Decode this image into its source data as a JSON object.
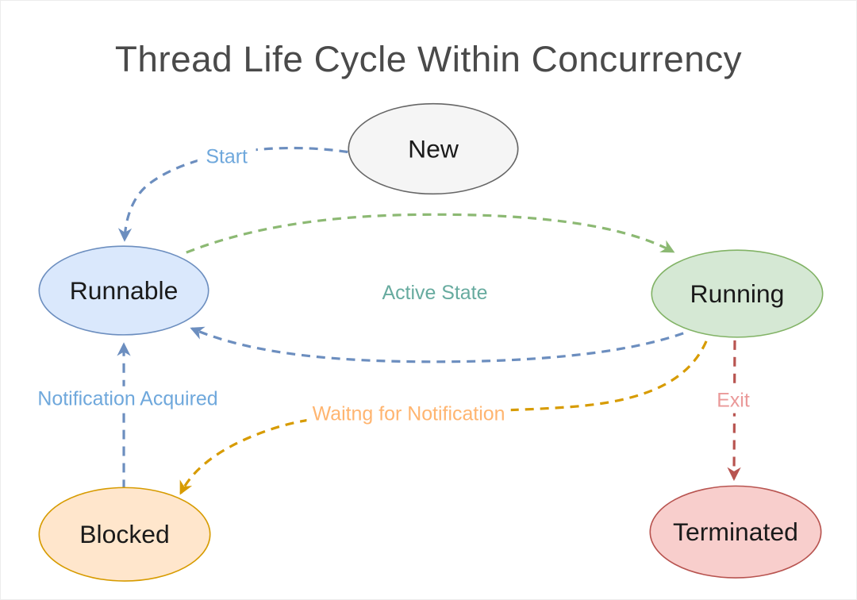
{
  "title": "Thread Life Cycle Within Concurrency",
  "colors": {
    "title_text": "#4a4a4a",
    "node_text": "#1a1a1a",
    "background": "#ffffff"
  },
  "nodes": {
    "new": {
      "label": "New",
      "fill": "#f5f5f5",
      "stroke": "#666666"
    },
    "runnable": {
      "label": "Runnable",
      "fill": "#dae8fc",
      "stroke": "#6c8ebf"
    },
    "running": {
      "label": "Running",
      "fill": "#d5e8d4",
      "stroke": "#82b366"
    },
    "blocked": {
      "label": "Blocked",
      "fill": "#ffe6cc",
      "stroke": "#d79b00"
    },
    "terminated": {
      "label": "Terminated",
      "fill": "#f8cecc",
      "stroke": "#b85450"
    }
  },
  "edges": {
    "start": {
      "label": "Start",
      "color": "#6c8ebf",
      "label_color": "#6fa8dc",
      "from": "New",
      "to": "Runnable"
    },
    "active_forward": {
      "label": "Active State",
      "color": "#8cb973",
      "label_color": "#67ab9f",
      "from": "Runnable",
      "to": "Running"
    },
    "active_back": {
      "color": "#6c8ebf",
      "from": "Running",
      "to": "Runnable"
    },
    "notification_acquired": {
      "label": "Notification Acquired",
      "color": "#6c8ebf",
      "label_color": "#6fa8dc",
      "from": "Blocked",
      "to": "Runnable"
    },
    "waiting_for_notification": {
      "label": "Waitng for Notification",
      "color": "#d79b00",
      "label_color": "#ffb570",
      "from": "Running",
      "to": "Blocked"
    },
    "exit": {
      "label": "Exit",
      "color": "#b85450",
      "label_color": "#ea9999",
      "from": "Running",
      "to": "Terminated"
    }
  }
}
